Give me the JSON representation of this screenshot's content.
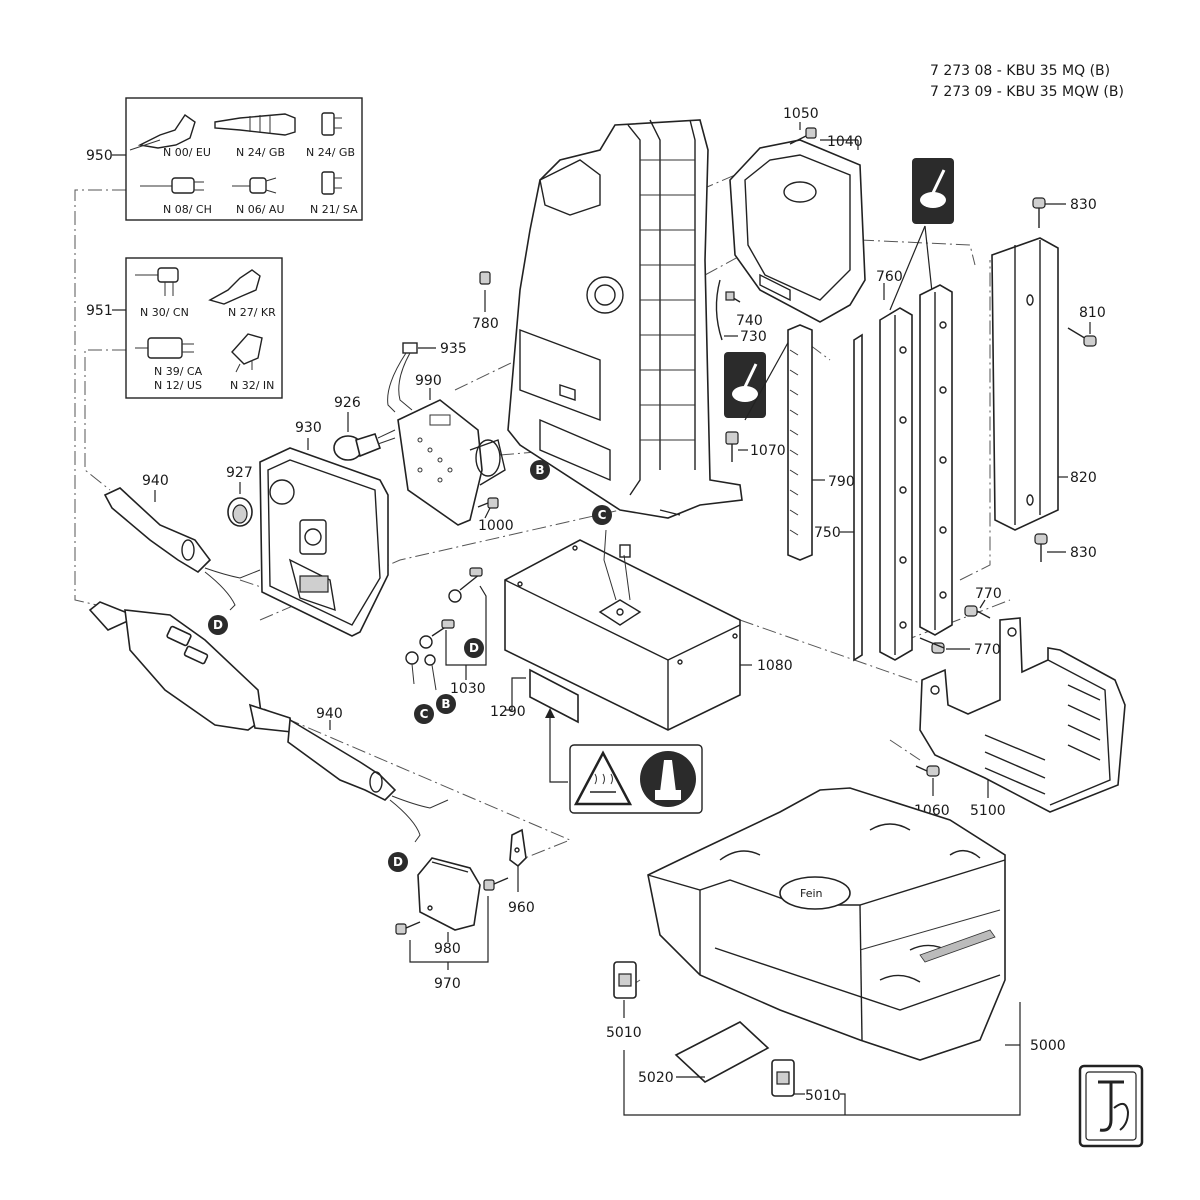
{
  "header": {
    "line1": "7 273 08 - KBU 35 MQ (B)",
    "line2": "7 273 09 - KBU 35 MQW (B)"
  },
  "plug_set_950": {
    "label": "950",
    "items": [
      "N 00/ EU",
      "N 24/ GB",
      "N 24/ GB",
      "N 08/ CH",
      "N 06/ AU",
      "N 21/ SA"
    ]
  },
  "plug_set_951": {
    "label": "951",
    "items": [
      "N 30/ CN",
      "N 27/ KR",
      "N 39/ CA",
      "N 12/ US",
      "N 32/ IN"
    ]
  },
  "parts": {
    "p780": "780",
    "p1050": "1050",
    "p1040": "1040",
    "p740": "740",
    "p730": "730",
    "p935": "935",
    "p990": "990",
    "p926": "926",
    "p930": "930",
    "p927": "927",
    "p940a": "940",
    "p940b": "940",
    "p1000": "1000",
    "p1070": "1070",
    "p830a": "830",
    "p830b": "830",
    "p810": "810",
    "p760": "760",
    "p790": "790",
    "p820": "820",
    "p750": "750",
    "p770a": "770",
    "p770b": "770",
    "p1080": "1080",
    "p1030": "1030",
    "p1290": "1290",
    "p1060": "1060",
    "p5100": "5100",
    "p960": "960",
    "p980": "980",
    "p970": "970",
    "p5010a": "5010",
    "p5010b": "5010",
    "p5020": "5020",
    "p5000": "5000"
  },
  "connectors": {
    "b1": "B",
    "b2": "B",
    "c1": "C",
    "c2": "C",
    "d1": "D",
    "d2": "D",
    "d3": "D"
  },
  "brand": "Fein"
}
